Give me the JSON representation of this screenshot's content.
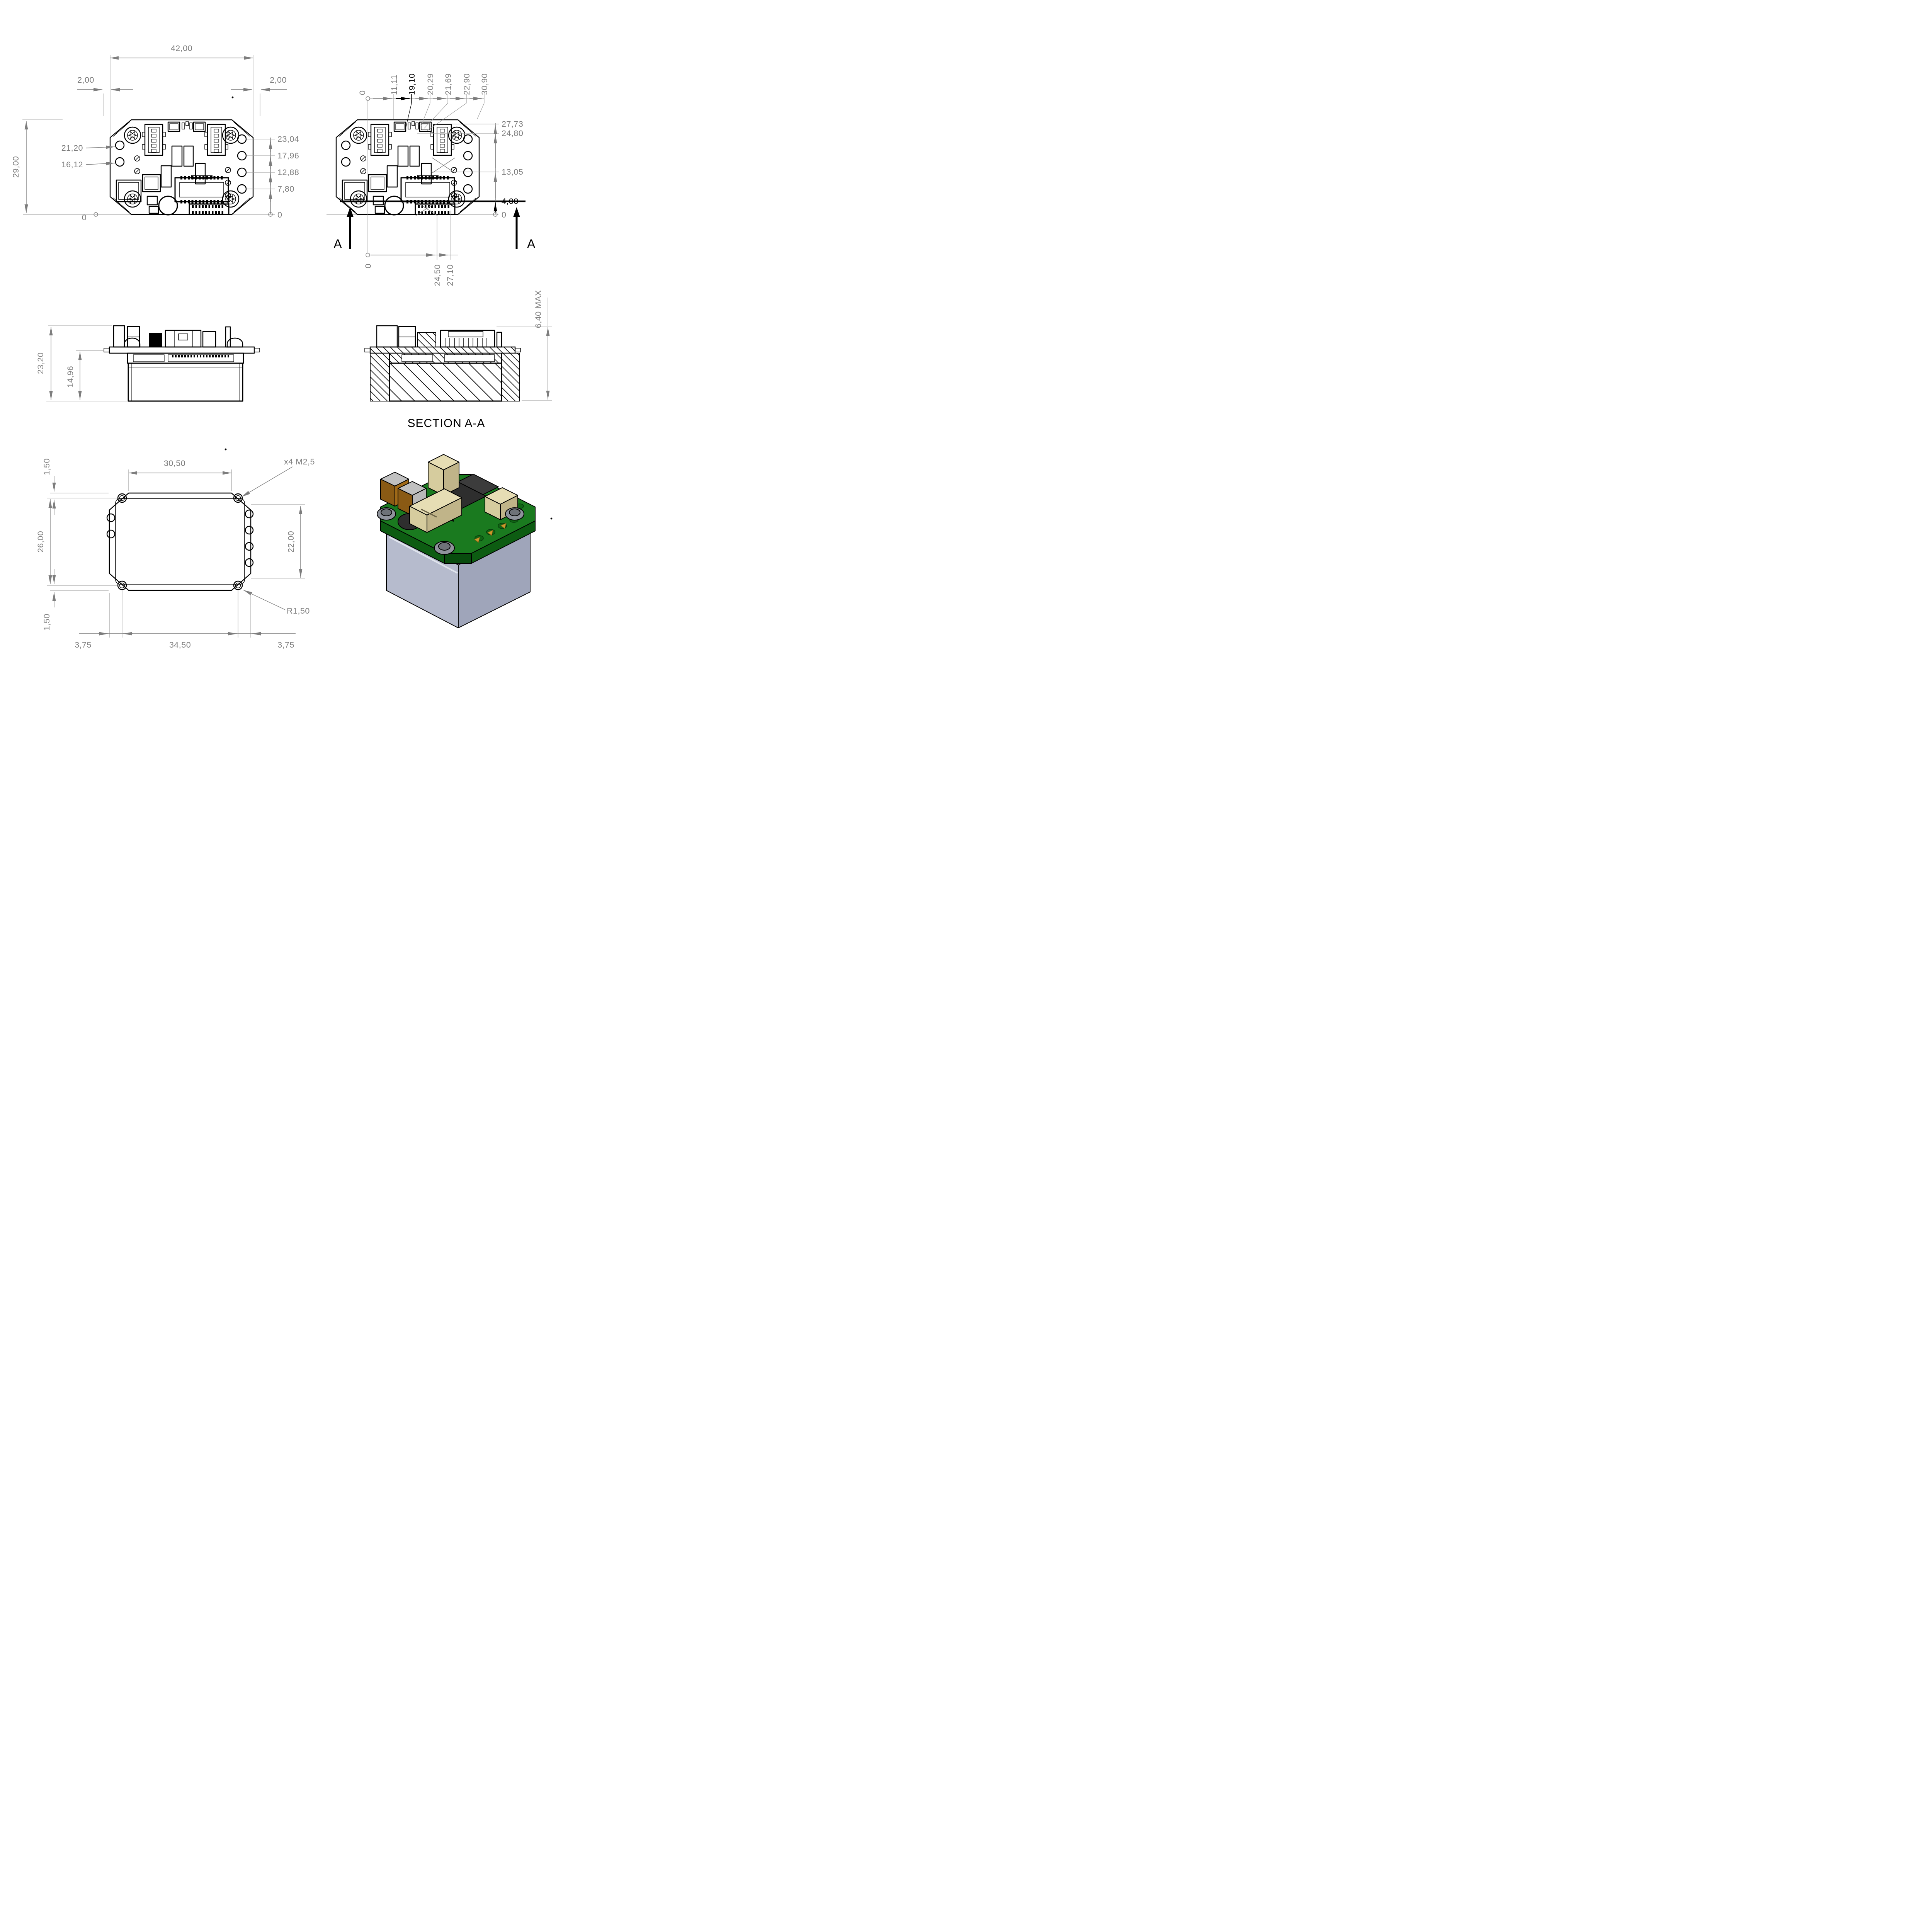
{
  "page": {
    "background": "#ffffff",
    "type": "engineering-drawing"
  },
  "drawing": {
    "section_label": "SECTION A-A",
    "arrow_label": "A",
    "dim_color": "#7d7d7d",
    "line_color": "#000000",
    "views": {
      "top": {
        "dim_width": "42,00",
        "dim_edge_left": "2,00",
        "dim_edge_right": "2,00",
        "dim_height": "29,00",
        "left_ordinates": [
          "21,20",
          "16,12"
        ],
        "left_zero": "0",
        "right_ordinates": [
          "23,04",
          "17,96",
          "12,88",
          "7,80"
        ],
        "right_zero": "0"
      },
      "section_top": {
        "top_ordinates": [
          "0",
          "11,11",
          "19,10",
          "20,29",
          "21,69",
          "22,90",
          "30,90"
        ],
        "right_ordinates": [
          "27,73",
          "24,80",
          "13,05",
          "4,00",
          "0"
        ],
        "bottom_ordinates": [
          "0",
          "24,50",
          "27,10"
        ]
      },
      "side": {
        "dim_total_height": "23,20",
        "dim_body_height": "14,96"
      },
      "section_aa": {
        "dim_max_height": "6,40 MAX"
      },
      "bottom": {
        "dim_top_width": "30,50",
        "thread_callout": "x4 M2,5",
        "dim_left_height": "26,00",
        "dim_right_height": "22,00",
        "radius_callout": "R1,50",
        "dim_edge_top": "1,50",
        "dim_edge_bottom": "1,50",
        "dim_bottom_left": "3,75",
        "dim_bottom_center": "34,50",
        "dim_bottom_right": "3,75"
      }
    },
    "render_colors": {
      "pcb_green_top": "#1a7a1f",
      "pcb_green_side": "#0d5c12",
      "pcb_green_front": "#094c0e",
      "housing_left": "#b6bbcd",
      "housing_right": "#9fa5ba",
      "connector_tan_top": "#e6ddb4",
      "connector_tan": "#d6cc9e",
      "connector_tan_dark": "#c0b489",
      "component_dark": "#2e2e2e",
      "capacitor_brown": "#8a5a14",
      "capacitor_brown_light": "#a06a18",
      "metal_gray": "#c0c0c0",
      "screw_gray": "#8f939c",
      "screw_gray_dark": "#6e7278",
      "pad_gold": "#c9992e"
    }
  }
}
